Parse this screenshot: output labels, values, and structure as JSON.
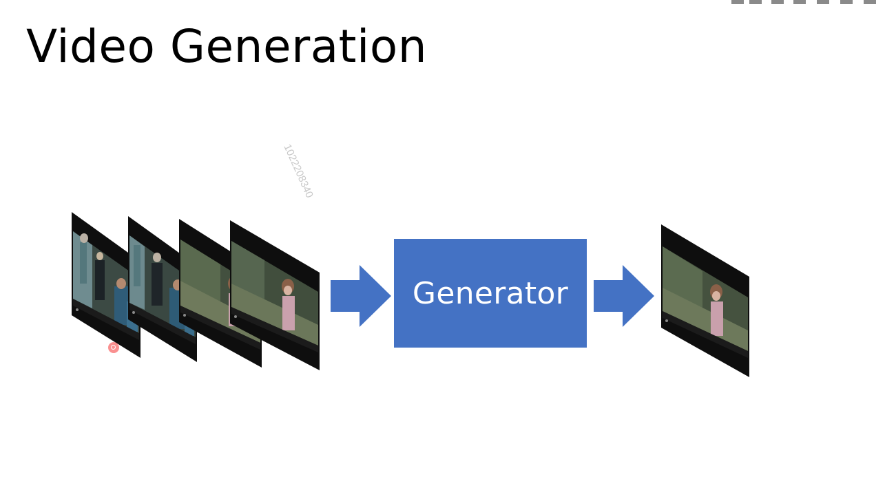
{
  "slide": {
    "title": "Video Generation",
    "watermark": "1022208340",
    "generator_label": "Generator"
  },
  "colors": {
    "generator_fill": "#4472c4",
    "arrow_fill": "#4472c4",
    "title_text": "#000000",
    "frame_border": "#000000"
  },
  "diagram": {
    "input_frame_count": 4,
    "output_frame_count": 1,
    "input_frames": [
      {
        "scene": "people-in-robes"
      },
      {
        "scene": "people-in-robes"
      },
      {
        "scene": "girl-in-forest"
      },
      {
        "scene": "girl-in-forest"
      }
    ],
    "output_frame": {
      "scene": "girl-in-forest"
    },
    "arrows": [
      "input-to-generator",
      "generator-to-output"
    ]
  }
}
